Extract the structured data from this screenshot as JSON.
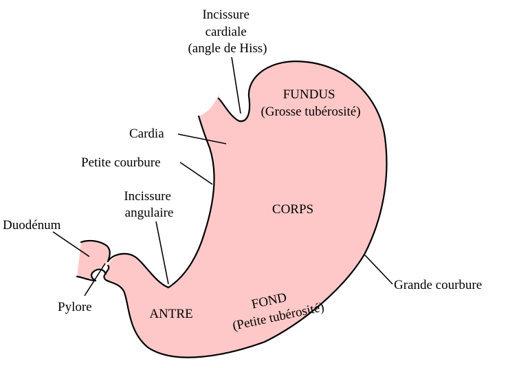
{
  "colors": {
    "organ_fill": "#ffc8c8",
    "outline": "#000000",
    "text": "#000000",
    "background": "#ffffff"
  },
  "labels": {
    "incissure_cardiale": [
      "Incissure",
      "cardiale",
      "(angle de Hiss)"
    ],
    "fundus": [
      "FUNDUS",
      "(Grosse tubérosité)"
    ],
    "cardia": "Cardia",
    "petite_courbure": "Petite courbure",
    "incissure_angulaire": [
      "Incissure",
      "angulaire"
    ],
    "corps": "CORPS",
    "duodenum": "Duodénum",
    "pylore": "Pylore",
    "antre": "ANTRE",
    "fond": [
      "FOND",
      "(Petite tubérosité)"
    ],
    "grande_courbure": "Grande courbure"
  }
}
